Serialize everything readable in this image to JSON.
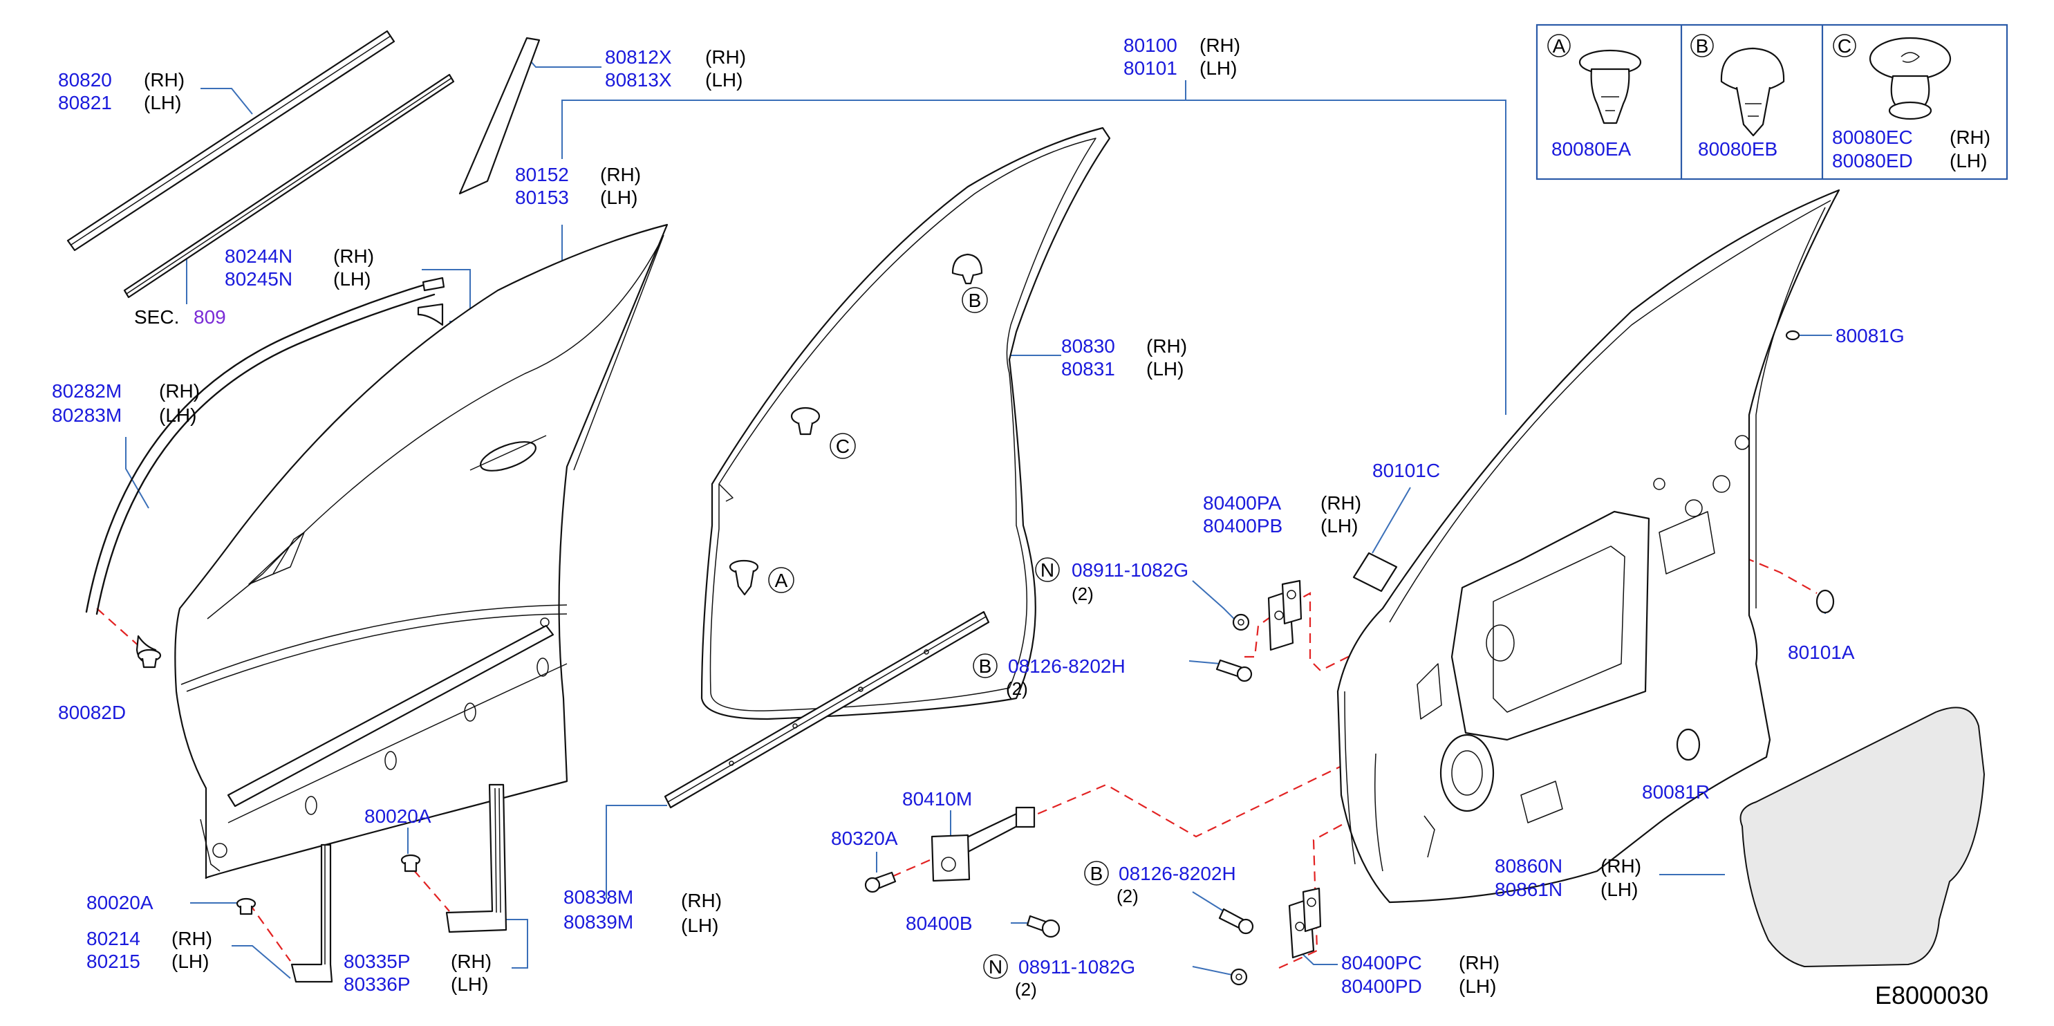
{
  "diagram_ref": "E8000030",
  "sec_label": "SEC.",
  "sec_number": "809",
  "legend": {
    "a": {
      "letter": "A",
      "part": "80080EA"
    },
    "b": {
      "letter": "B",
      "part": "80080EB"
    },
    "c": {
      "letter": "C",
      "part1": "80080EC",
      "side1": "(RH)",
      "part2": "80080ED",
      "side2": "(LH)"
    }
  },
  "parts": {
    "p80820": {
      "a": "80820",
      "sa": "(RH)",
      "b": "80821",
      "sb": "(LH)"
    },
    "p80812": {
      "a": "80812X",
      "sa": "(RH)",
      "b": "80813X",
      "sb": "(LH)"
    },
    "p80100": {
      "a": "80100",
      "sa": "(RH)",
      "b": "80101",
      "sb": "(LH)"
    },
    "p80152": {
      "a": "80152",
      "sa": "(RH)",
      "b": "80153",
      "sb": "(LH)"
    },
    "p80244": {
      "a": "80244N",
      "sa": "(RH)",
      "b": "80245N",
      "sb": "(LH)"
    },
    "p80830": {
      "a": "80830",
      "sa": "(RH)",
      "b": "80831",
      "sb": "(LH)"
    },
    "p80282": {
      "a": "80282M",
      "sa": "(RH)",
      "b": "80283M",
      "sb": "(LH)"
    },
    "p80400pa": {
      "a": "80400PA",
      "sa": "(RH)",
      "b": "80400PB",
      "sb": "(LH)"
    },
    "p80838": {
      "a": "80838M",
      "sa": "(RH)",
      "b": "80839M",
      "sb": "(LH)"
    },
    "p80214": {
      "a": "80214",
      "sa": "(RH)",
      "b": "80215",
      "sb": "(LH)"
    },
    "p80335": {
      "a": "80335P",
      "sa": "(RH)",
      "b": "80336P",
      "sb": "(LH)"
    },
    "p80860": {
      "a": "80860N",
      "sa": "(RH)",
      "b": "80861N",
      "sb": "(LH)"
    },
    "p80400pc": {
      "a": "80400PC",
      "sa": "(RH)",
      "b": "80400PD",
      "sb": "(LH)"
    }
  },
  "singles": {
    "s80081g": "80081G",
    "s80101c": "80101C",
    "s80101a": "80101A",
    "s80081r": "80081R",
    "s80082d": "80082D",
    "s80020a_left": "80020A",
    "s80020a_mid": "80020A",
    "s80410m": "80410M",
    "s80320a": "80320A",
    "s80400b": "80400B"
  },
  "fasteners": {
    "n_upper": {
      "prefix": "N",
      "part": "08911-1082G",
      "qty": "(2)"
    },
    "b_upper": {
      "prefix": "B",
      "part": "08126-8202H",
      "qty": "(2)"
    },
    "b_lower": {
      "prefix": "B",
      "part": "08126-8202H",
      "qty": "(2)"
    },
    "n_lower": {
      "prefix": "N",
      "part": "08911-1082G",
      "qty": "(2)"
    }
  },
  "callouts": {
    "b_clip": "B",
    "c_clip": "C",
    "a_clip": "A"
  },
  "colors": {
    "part_number": "#1a1adc",
    "section": "#7a2bd6",
    "leader": "#3a6fb8",
    "dashed": "#e22222"
  }
}
